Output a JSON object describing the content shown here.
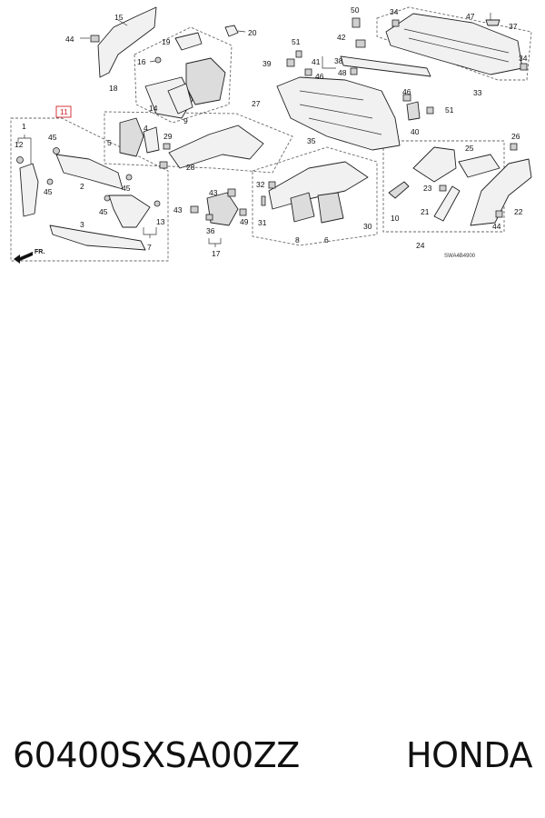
{
  "diagram": {
    "callouts": [
      "1",
      "2",
      "3",
      "4",
      "5",
      "6",
      "7",
      "8",
      "9",
      "10",
      "11",
      "12",
      "13",
      "14",
      "15",
      "16",
      "17",
      "18",
      "19",
      "20",
      "21",
      "22",
      "23",
      "24",
      "25",
      "26",
      "27",
      "28",
      "29",
      "30",
      "31",
      "32",
      "33",
      "34",
      "35",
      "36",
      "37",
      "38",
      "39",
      "40",
      "41",
      "42",
      "43",
      "44",
      "45",
      "46",
      "47",
      "48",
      "49",
      "50",
      "51"
    ],
    "highlighted_callout": "11",
    "highlight_color": "#d1232a",
    "direction_label": "FR.",
    "diagram_code": "SWA4B4900"
  },
  "footer": {
    "part_number": "60400SXSA00ZZ",
    "brand": "HONDA"
  }
}
